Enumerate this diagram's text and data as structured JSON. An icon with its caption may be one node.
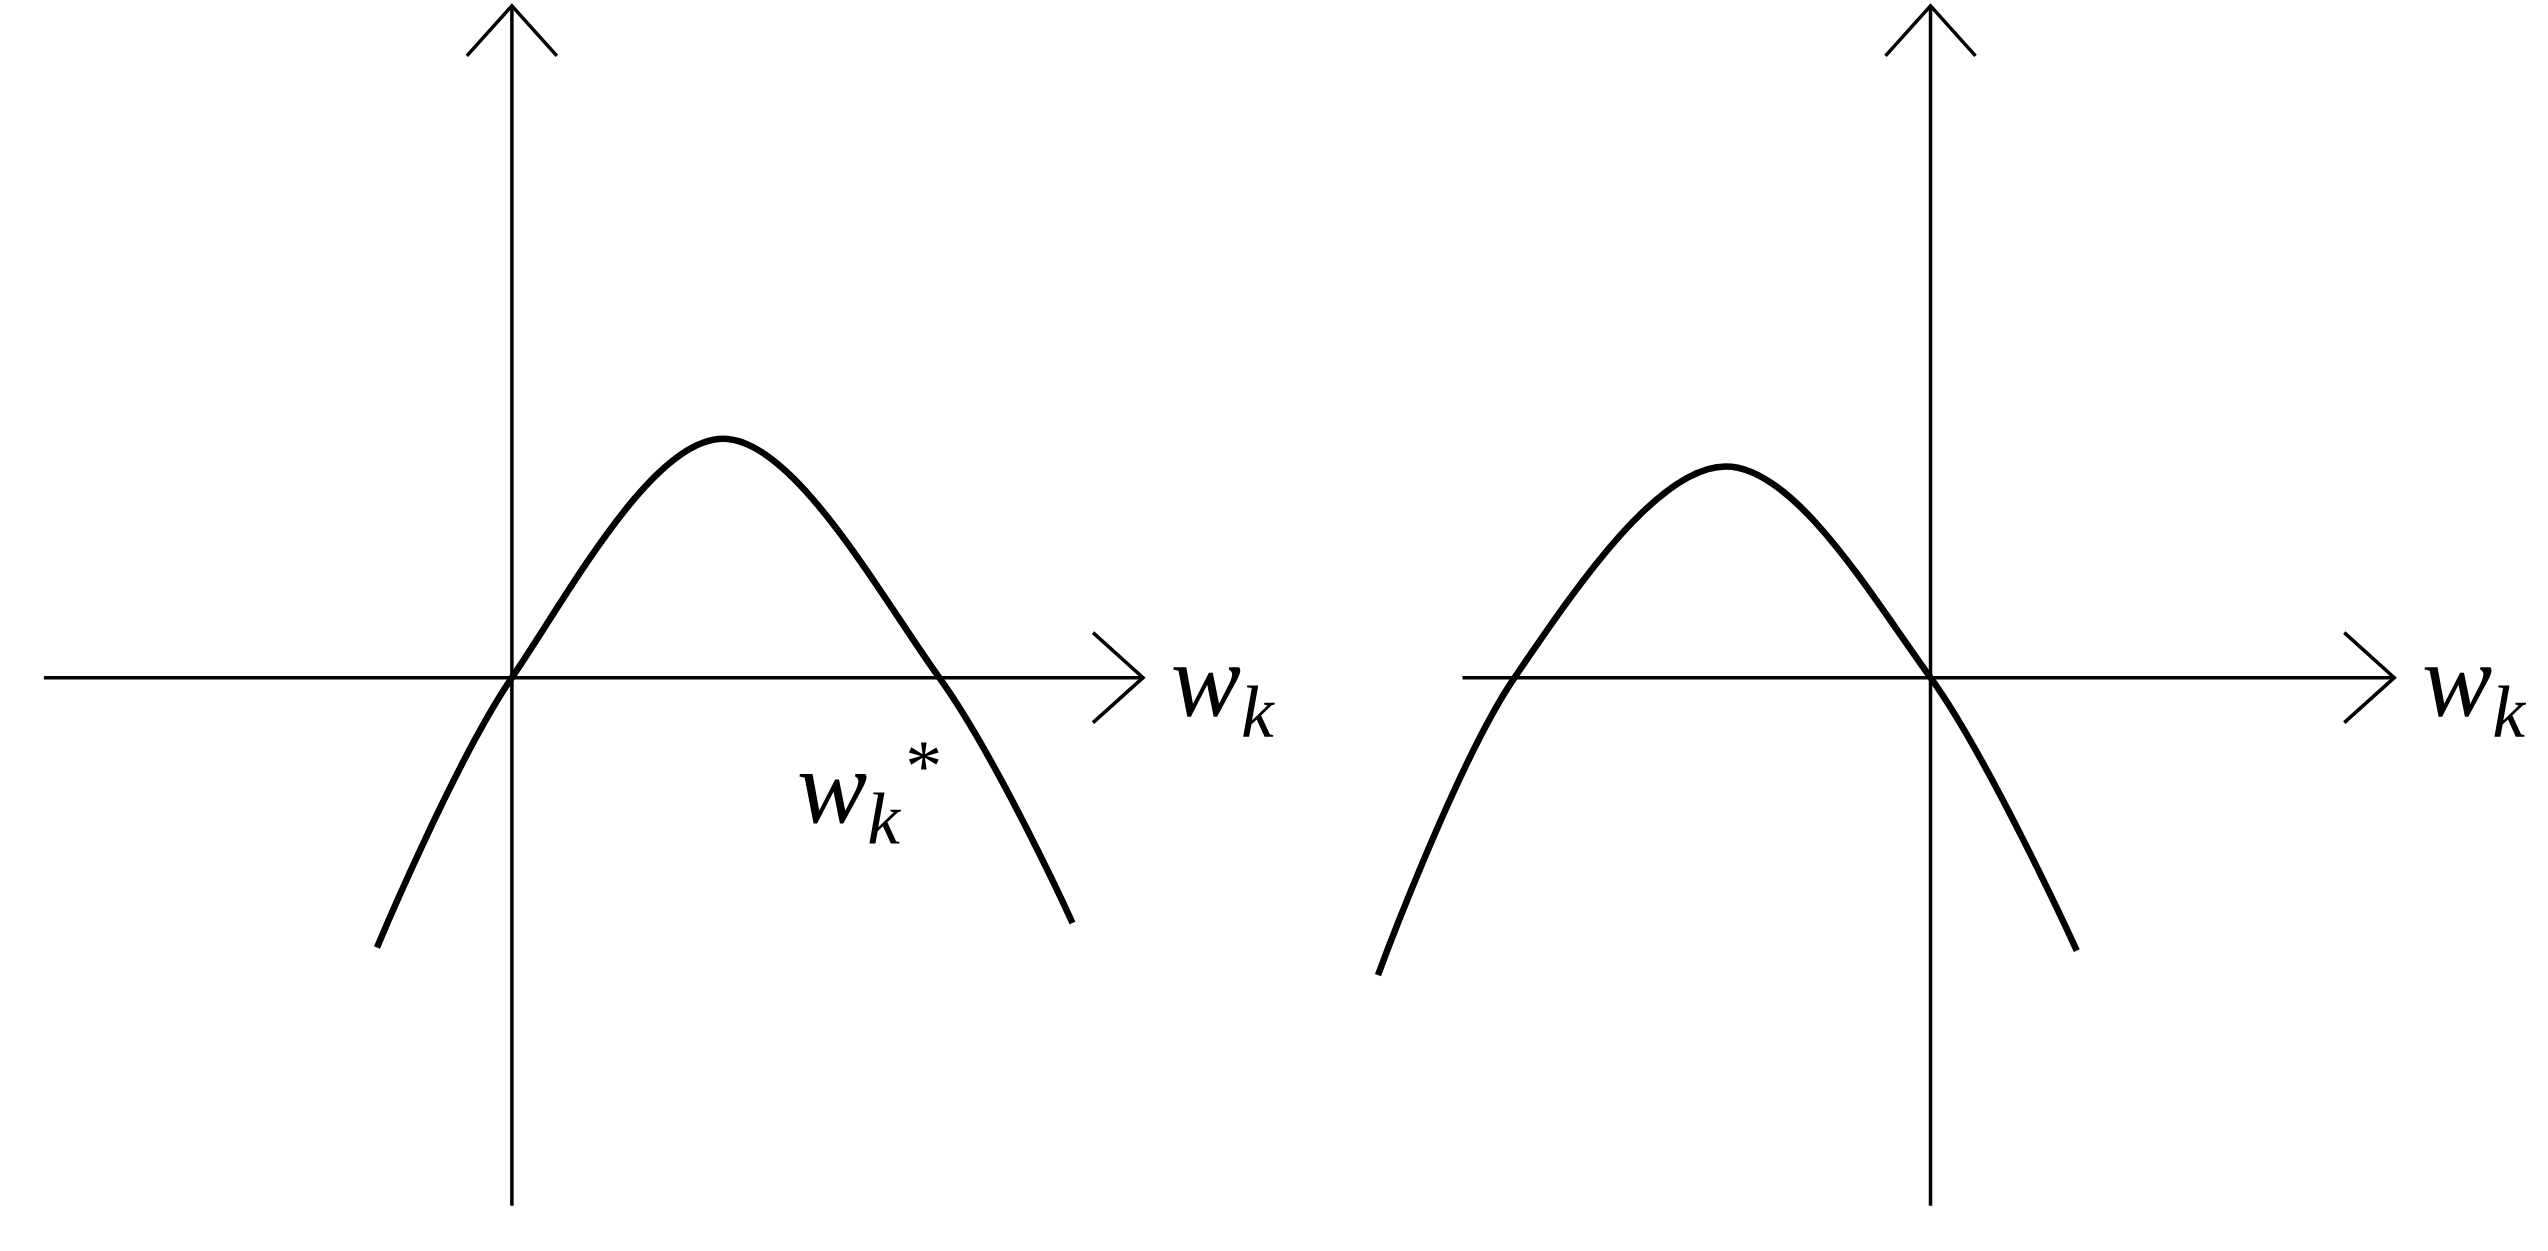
{
  "diagram": {
    "labels": [
      "w$_{k}$",
      "w$_{k}$",
      "w$_{k}$$^{*}$"
    ]
  }
}
